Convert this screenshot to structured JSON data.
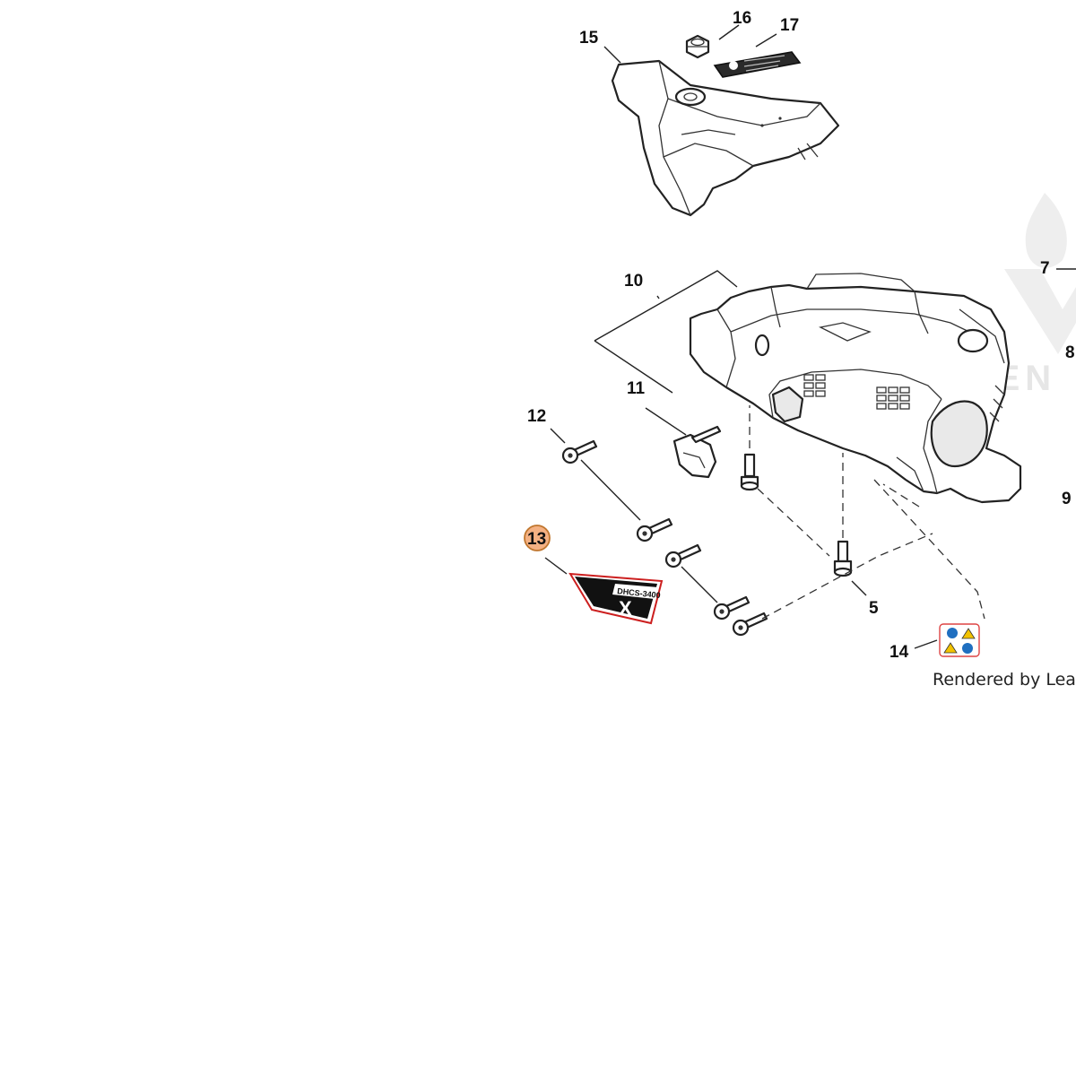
{
  "diagram": {
    "callouts": [
      {
        "id": "c5",
        "label": "5"
      },
      {
        "id": "c7",
        "label": "7"
      },
      {
        "id": "c8",
        "label": "8"
      },
      {
        "id": "c9",
        "label": "9"
      },
      {
        "id": "c10",
        "label": "10"
      },
      {
        "id": "c11",
        "label": "11"
      },
      {
        "id": "c12",
        "label": "12"
      },
      {
        "id": "c13",
        "label": "13",
        "highlighted": true
      },
      {
        "id": "c14",
        "label": "14"
      },
      {
        "id": "c15",
        "label": "15"
      },
      {
        "id": "c16",
        "label": "16"
      },
      {
        "id": "c17",
        "label": "17"
      }
    ],
    "decal_text": "DHCS-3400",
    "decal_mark": "X",
    "footer": "Rendered by LeadVe",
    "watermark": "LEADVEN",
    "colors": {
      "highlight_fill": "#f4b183",
      "highlight_stroke": "#c0762e",
      "decal_red": "#cc1f1f",
      "decal_black": "#111111",
      "warning_yellow": "#f2c200",
      "safety_blue": "#1f6fc0"
    }
  }
}
